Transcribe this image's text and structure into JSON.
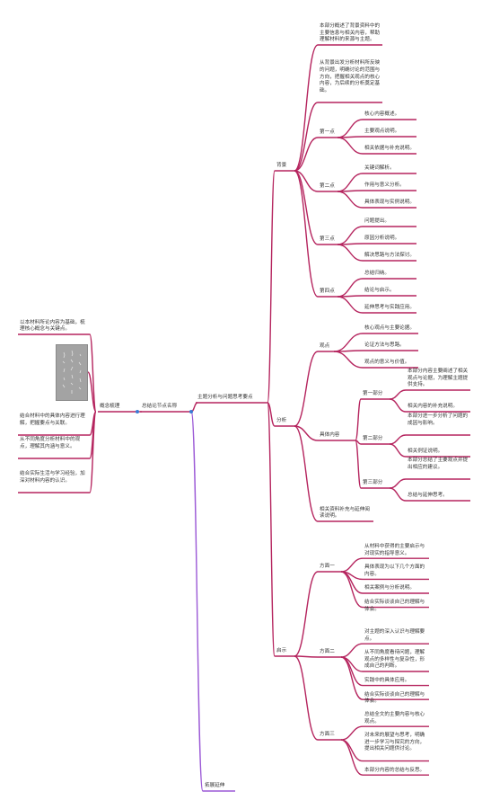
{
  "colors": {
    "branch": "#b5245e",
    "branch_alt": "#9b59d6",
    "node_dot": "#3a7bd5"
  },
  "root": {
    "label": "总结论节点名称"
  },
  "left_branch": {
    "label": "概念梳理",
    "items": [
      "以本材料所论内容为基础，梳理核心概念与关键点。",
      "结合材料中的具体内容进行理解，把握要点与关联。",
      "从不同角度分析材料中的观点，理解其内涵与意义。",
      "结合实际生活与学习经验，加深对材料内容的认识。"
    ],
    "image_name": "manuscript-image"
  },
  "main_branch": {
    "label": "主题分析与问题思考要点"
  },
  "purple_branch": {
    "label": "拓展延伸"
  },
  "section1": {
    "label": "背景",
    "top_notes": [
      "本部分概述了背景资料中的主要信息与相关内容，帮助理解材料的来源与主题。",
      "从背景出发分析材料所反映的问题，明确讨论的范围与方向，把握相关观点的核心内容，为后续的分析奠定基础。"
    ],
    "groups": [
      {
        "label": "第一点",
        "items": [
          "核心内容概述。",
          "主要观点说明。",
          "相关依据与补充说明。"
        ]
      },
      {
        "label": "第二点",
        "items": [
          "关键词解析。",
          "作用与意义分析。",
          "具体表现与实例说明。"
        ]
      },
      {
        "label": "第三点",
        "items": [
          "问题提出。",
          "原因分析说明。",
          "解决思路与方法探讨。"
        ]
      },
      {
        "label": "第四点",
        "items": [
          "总结归纳。",
          "结论与启示。",
          "延伸思考与实践应用。"
        ]
      }
    ]
  },
  "section2": {
    "label": "分析",
    "groups": [
      {
        "label": "观点",
        "items": [
          "核心观点与主要论据。",
          "论证方法与思路。",
          "观点的意义与价值。"
        ]
      }
    ],
    "sub": {
      "label": "具体内容",
      "groups": [
        {
          "label": "第一部分",
          "items": [
            "本部分内容主要阐述了相关观点与论据，为理解主题提供支持。",
            "相关内容的补充说明。"
          ]
        },
        {
          "label": "第二部分",
          "items": [
            "本部分进一步分析了问题的成因与影响。",
            "相关例证说明。"
          ]
        },
        {
          "label": "第三部分",
          "items": [
            "本部分总结了主要观点并提出相应的建议。",
            "总结与延伸思考。"
          ]
        }
      ]
    },
    "note": "相关资料补充与延伸阅读说明。"
  },
  "section3": {
    "label": "启示",
    "groups": [
      {
        "label": "方面一",
        "items": [
          "从材料中获得的主要启示与对现实的指导意义。",
          "具体表现为以下几个方面的内容。",
          "相关案例与分析说明。",
          "结合实际谈谈自己的理解与体会。"
        ]
      },
      {
        "label": "方面二",
        "items": [
          "对主题的深入认识与理解要点。",
          "从不同角度看待问题，理解观点的多样性与复杂性，形成自己的判断。",
          "实践中的具体应用。",
          "结合实际谈谈自己的理解与体会。"
        ]
      },
      {
        "label": "方面三",
        "items": [
          "总结全文的主要内容与核心观点。",
          "对未来的展望与思考，明确进一步学习与探究的方向，提出相关问题供讨论。",
          "本部分内容的总结与反思。"
        ]
      }
    ]
  }
}
